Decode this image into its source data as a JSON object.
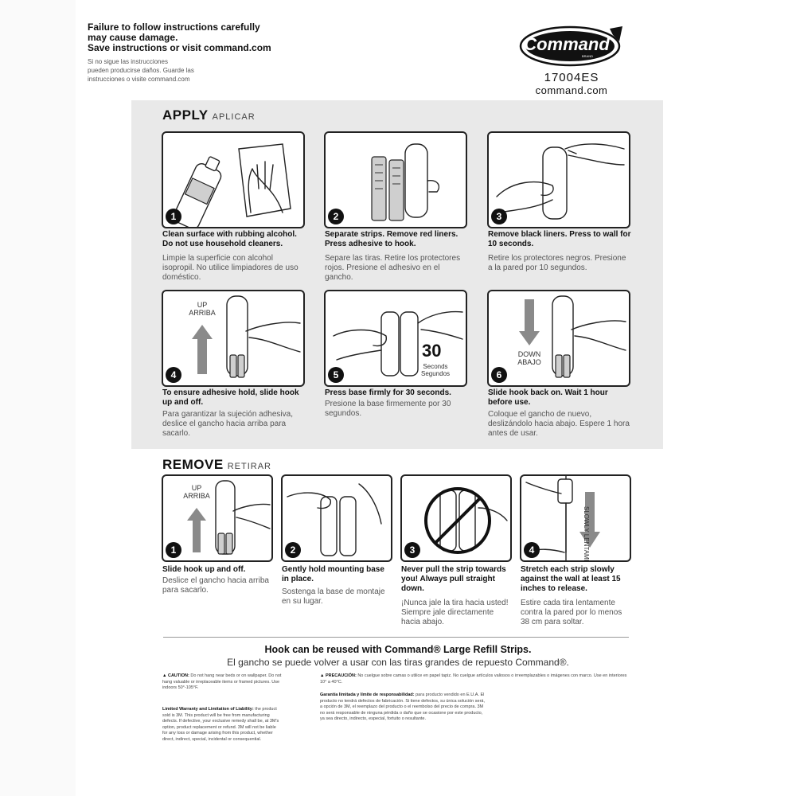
{
  "warning": {
    "en_lines": [
      "Failure to follow instructions carefully",
      "may cause damage.",
      "Save instructions or visit command.com"
    ],
    "es_lines": [
      "Si no sigue las instrucciones",
      "pueden producirse daños. Guarde las",
      "instrucciones o visite command.com"
    ]
  },
  "brand": {
    "logo_text": "Command",
    "logo_sub": "BRAND",
    "sku": "17004ES",
    "site": "command.com"
  },
  "apply": {
    "title": "APPLY",
    "title_es": "APLICAR",
    "steps": [
      {
        "num": "1",
        "en": "Clean surface with rubbing alcohol. Do not use household cleaners.",
        "es": "Limpie la superficie con alcohol isopropil. No utilice limpiadores de uso doméstico."
      },
      {
        "num": "2",
        "en": "Separate strips. Remove red liners. Press adhesive to hook.",
        "es": "Separe las tiras. Retire los protectores rojos. Presione el adhesivo en el gancho."
      },
      {
        "num": "3",
        "en": "Remove black liners. Press to wall for 10 seconds.",
        "es": "Retire los protectores negros. Presione a la pared por 10 segundos."
      },
      {
        "num": "4",
        "en": "To ensure adhesive hold, slide hook up and off.",
        "es": "Para garantizar la sujeción adhesiva, deslice el gancho hacia arriba para sacarlo.",
        "art_top": "UP",
        "art_bottom": "ARRIBA"
      },
      {
        "num": "5",
        "en": "Press base firmly for 30 seconds.",
        "es": "Presione la base firmemente por 30 segundos.",
        "art_num": "30",
        "art_top": "Seconds",
        "art_bottom": "Segundos"
      },
      {
        "num": "6",
        "en": "Slide hook back on. Wait 1 hour before use.",
        "es": "Coloque el gancho de nuevo, deslizándolo hacia abajo. Espere 1 hora antes de usar.",
        "art_top": "DOWN",
        "art_bottom": "ABAJO"
      }
    ]
  },
  "remove": {
    "title": "REMOVE",
    "title_es": "RETIRAR",
    "steps": [
      {
        "num": "1",
        "en": "Slide hook up and off.",
        "es": "Deslice el gancho hacia arriba para sacarlo.",
        "art_top": "UP",
        "art_bottom": "ARRIBA"
      },
      {
        "num": "2",
        "en": "Gently hold mounting base in place.",
        "es": "Sostenga la base de montaje en su lugar."
      },
      {
        "num": "3",
        "en": "Never pull the strip towards you! Always pull straight down.",
        "es": "¡Nunca jale la tira hacia usted! Siempre jale directamente hacia abajo."
      },
      {
        "num": "4",
        "en": "Stretch each strip slowly against the wall at least 15 inches to release.",
        "es": "Estire cada tira lentamente contra la pared por lo menos 38 cm para soltar.",
        "art_top": "SLOWLY",
        "art_bottom": "LENTAMENTE"
      }
    ]
  },
  "reuse": {
    "en": "Hook can be reused with Command® Large  Refill Strips.",
    "es": "El gancho se puede volver a usar con las tiras grandes de repuesto Command®."
  },
  "fine_print": {
    "caution_label": "▲ CAUTION:",
    "caution": "Do not hang near beds or on wallpaper. Do not hang valuable or irreplaceable items or framed pictures. Use indoors 50°-105°F.",
    "warranty_label": "Limited Warranty and Limitation of Liability:",
    "warranty": "the product sold is 3M. This product will be free from manufacturing defects. If defective, your exclusive remedy shall be, at 3M's option, product replacement or refund. 3M will not be liable for any loss or damage arising from this product, whether direct, indirect, special, incidental or consequential.",
    "precaucion_label": "▲ PRECAUCIÓN:",
    "precaucion": "No cuelgue sobre camas o utilice en papel tapiz. No cuelgue artículos valiosos o irreemplazables o imágenes con marco. Use en interiores 10° a 40°C.",
    "garantia_label": "Garantía limitada y límite de responsabilidad:",
    "garantia": "para producto vendido en E.U.A. El producto no tendrá defectos de fabricación. Si tiene defectos, su única solución será, a opción de 3M, el reemplazo del producto o el reembolso del precio de compra. 3M no será responsable de ninguna pérdida o daño que se ocasione por este producto, ya sea directo, indirecto, especial, fortuito o resultante."
  }
}
